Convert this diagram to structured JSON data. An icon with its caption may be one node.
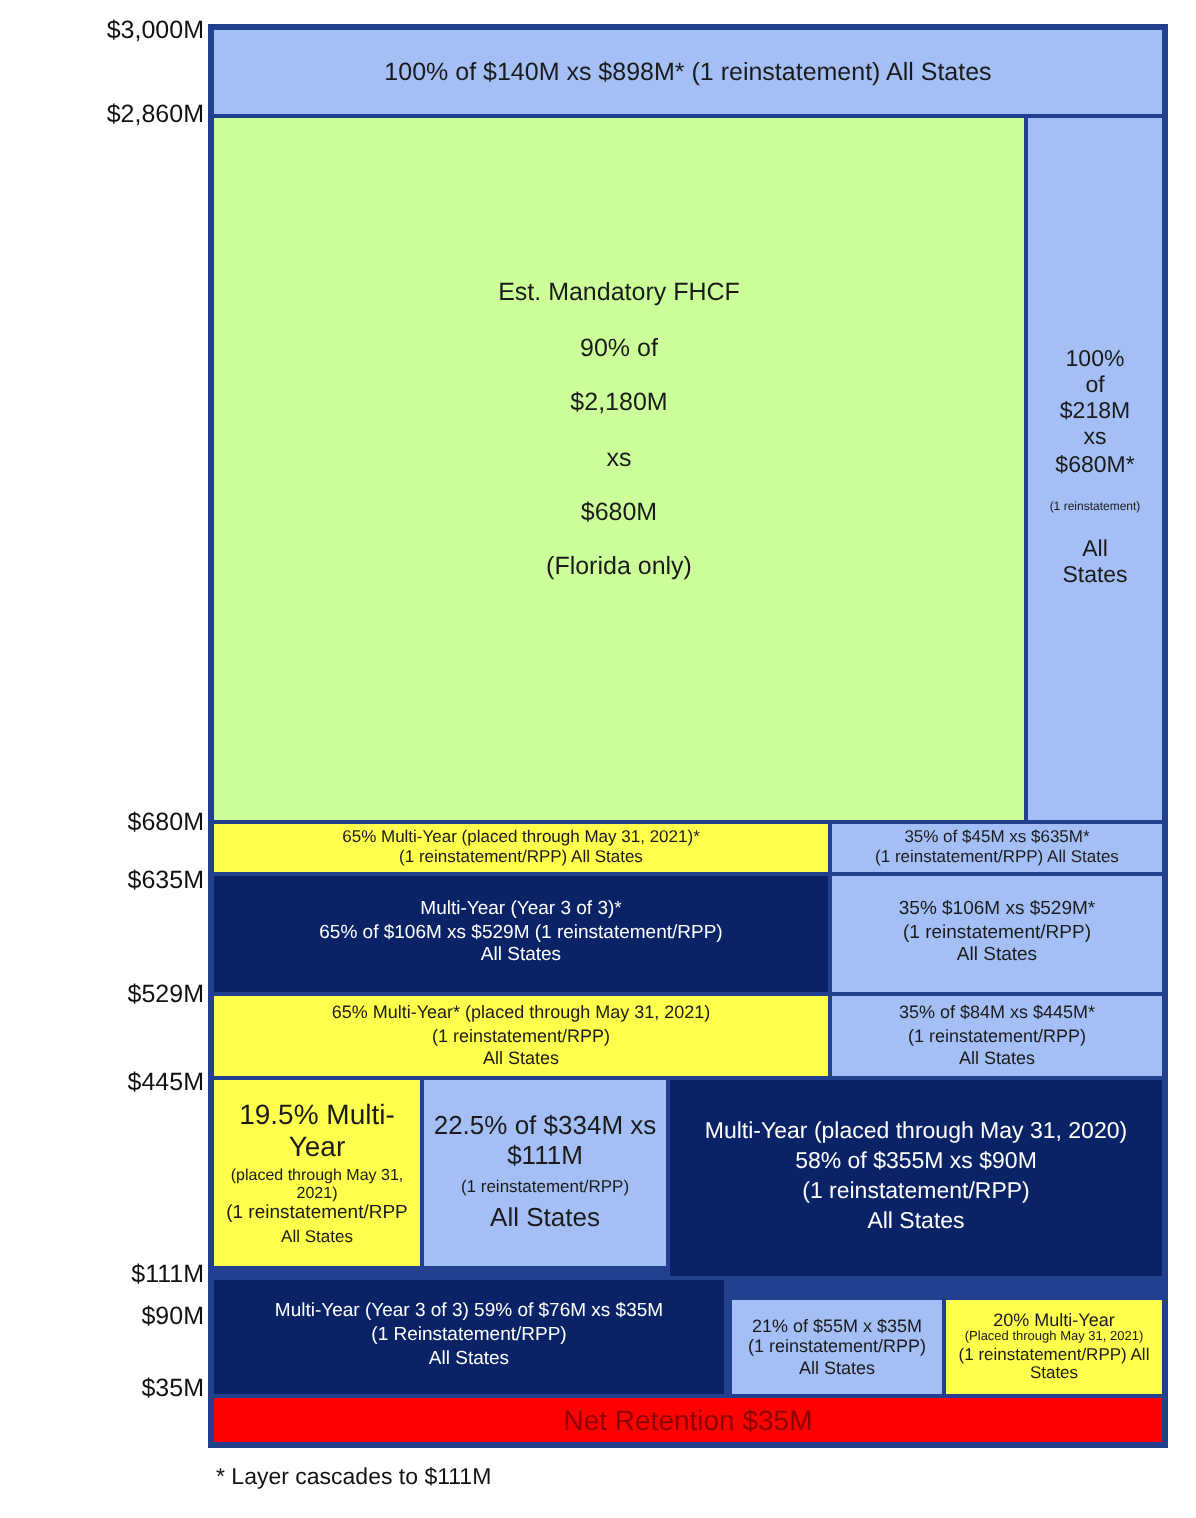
{
  "diagram": {
    "nodes": [
      {
        "text": [
          "100% of $140M xs $898M* (1 reinstatement) All States"
        ]
      },
      {
        "text": [
          "Est. Mandatory FHCF",
          "90% of",
          "$2,180M",
          "xs",
          "$680M",
          "(Florida only)"
        ]
      },
      {
        "text": [
          "100% of $218M xs $680M*",
          "(1 reinstatement)",
          "All States"
        ]
      },
      {
        "text": [
          "65% Multi-Year (placed through May 31, 2021)*",
          "(1 reinstatement/RPP) All States"
        ]
      },
      {
        "text": [
          "35% of $45M xs $635M*",
          "(1 reinstatement/RPP) All States"
        ]
      },
      {
        "text": [
          "Multi-Year (Year 3 of 3)*",
          "65% of $106M xs $529M (1 reinstatement/RPP)",
          "All States"
        ]
      },
      {
        "text": [
          "35% $106M xs $529M*",
          "(1 reinstatement/RPP)",
          "All States"
        ]
      },
      {
        "text": [
          "65% Multi-Year* (placed through May 31, 2021)",
          "(1 reinstatement/RPP)",
          "All States"
        ]
      },
      {
        "text": [
          "35% of $84M xs $445M*",
          "(1 reinstatement/RPP)",
          "All States"
        ]
      },
      {
        "text": [
          "19.5% Multi-Year",
          "(placed through May 31, 2021)",
          "(1 reinstatement/RPP",
          "All States"
        ]
      },
      {
        "text": [
          "22.5% of $334M xs $111M",
          "(1 reinstatement/RPP)",
          "All States"
        ]
      },
      {
        "text": [
          "Multi-Year (placed through May 31, 2020)",
          "58% of $355M xs $90M",
          "(1 reinstatement/RPP)",
          "All States"
        ]
      },
      {
        "text": [
          "Multi-Year (Year 3 of 3) 59% of $76M xs $35M",
          "(1 Reinstatement/RPP)",
          "All States"
        ]
      },
      {
        "text": [
          "21% of $55M x $35M",
          "(1 reinstatement/RPP)",
          "All States"
        ]
      },
      {
        "text": [
          "20% Multi-Year",
          "(Placed through May 31, 2021)",
          "(1 reinstatement/RPP) All States"
        ]
      },
      {
        "text": [
          "Net Retention $35M"
        ]
      }
    ],
    "edges": [],
    "labels": [
      "$3,000M",
      "$2,860M",
      "$680M",
      "$635M",
      "$529M",
      "$445M",
      "$111M",
      "$90M",
      "$35M",
      "* Layer cascades to $111M"
    ]
  }
}
